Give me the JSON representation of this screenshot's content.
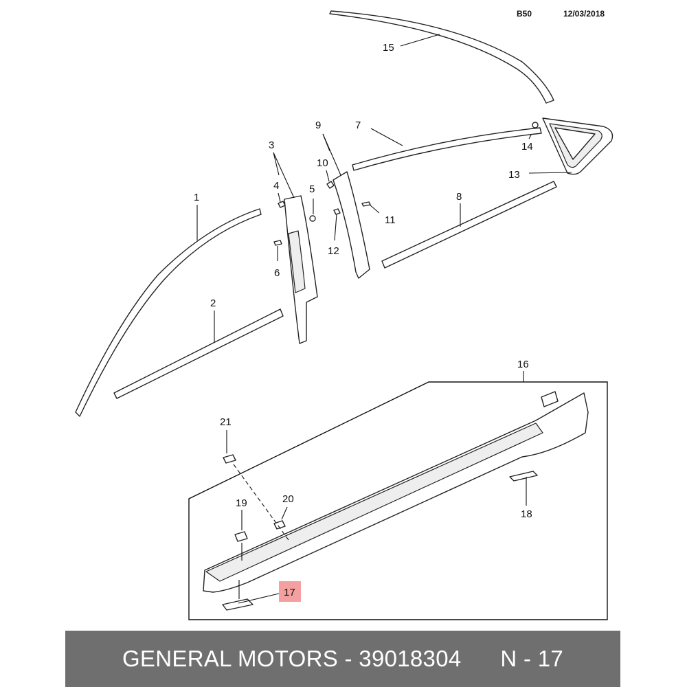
{
  "header": {
    "code": "B50",
    "date": "12/03/2018"
  },
  "callouts": [
    "1",
    "2",
    "3",
    "4",
    "5",
    "6",
    "7",
    "8",
    "9",
    "10",
    "11",
    "12",
    "13",
    "14",
    "15",
    "16",
    "17",
    "18",
    "19",
    "20",
    "21"
  ],
  "highlight": {
    "label": "17",
    "color": "#f4a0a0"
  },
  "footer": {
    "brand": "GENERAL MOTORS",
    "separator": " - ",
    "part_number": "39018304",
    "index_text": "N - 17"
  }
}
